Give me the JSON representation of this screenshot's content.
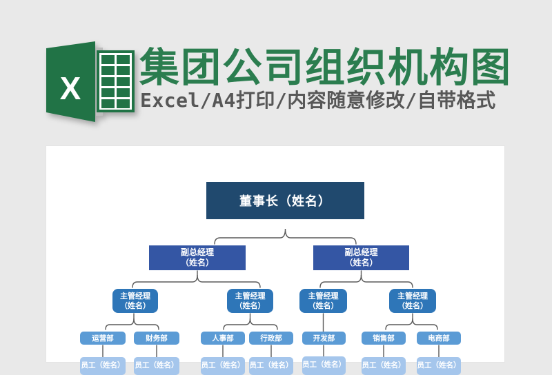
{
  "header": {
    "logo_letter": "X",
    "title": "集团公司组织机构图",
    "subtitle": "Excel/A4打印/内容随意修改/自带格式"
  },
  "org_chart": {
    "chairman": "董事长（姓名）",
    "deputies": [
      {
        "role": "副总经理",
        "name": "（姓名）"
      },
      {
        "role": "副总经理",
        "name": "（姓名）"
      }
    ],
    "managers": [
      {
        "role": "主管经理",
        "name": "（姓名）"
      },
      {
        "role": "主管经理",
        "name": "（姓名）"
      },
      {
        "role": "主管经理",
        "name": "（姓名）"
      },
      {
        "role": "主管经理",
        "name": "（姓名）"
      }
    ],
    "departments": [
      "运营部",
      "财务部",
      "人事部",
      "行政部",
      "开发部",
      "销售部",
      "电商部"
    ],
    "employees": [
      "员工（姓名）",
      "员工（姓名）",
      "员工（姓名）",
      "员工（姓名）",
      "员工（姓名）",
      "员工（姓名）",
      "员工（姓名）"
    ]
  },
  "colors": {
    "page-bg": "#e9e9e9",
    "card-bg": "#ffffff",
    "excel-green": "#217346",
    "title-green": "#2b7d4f",
    "subtitle-gray": "#575757",
    "level1-blue": "#20496e",
    "level2-blue": "#3456a4",
    "level3-blue": "#2e76b8",
    "level4-blue": "#5b9bd5",
    "level5-blue": "#a5c6ec",
    "connector-gray": "#5a5a5a"
  }
}
